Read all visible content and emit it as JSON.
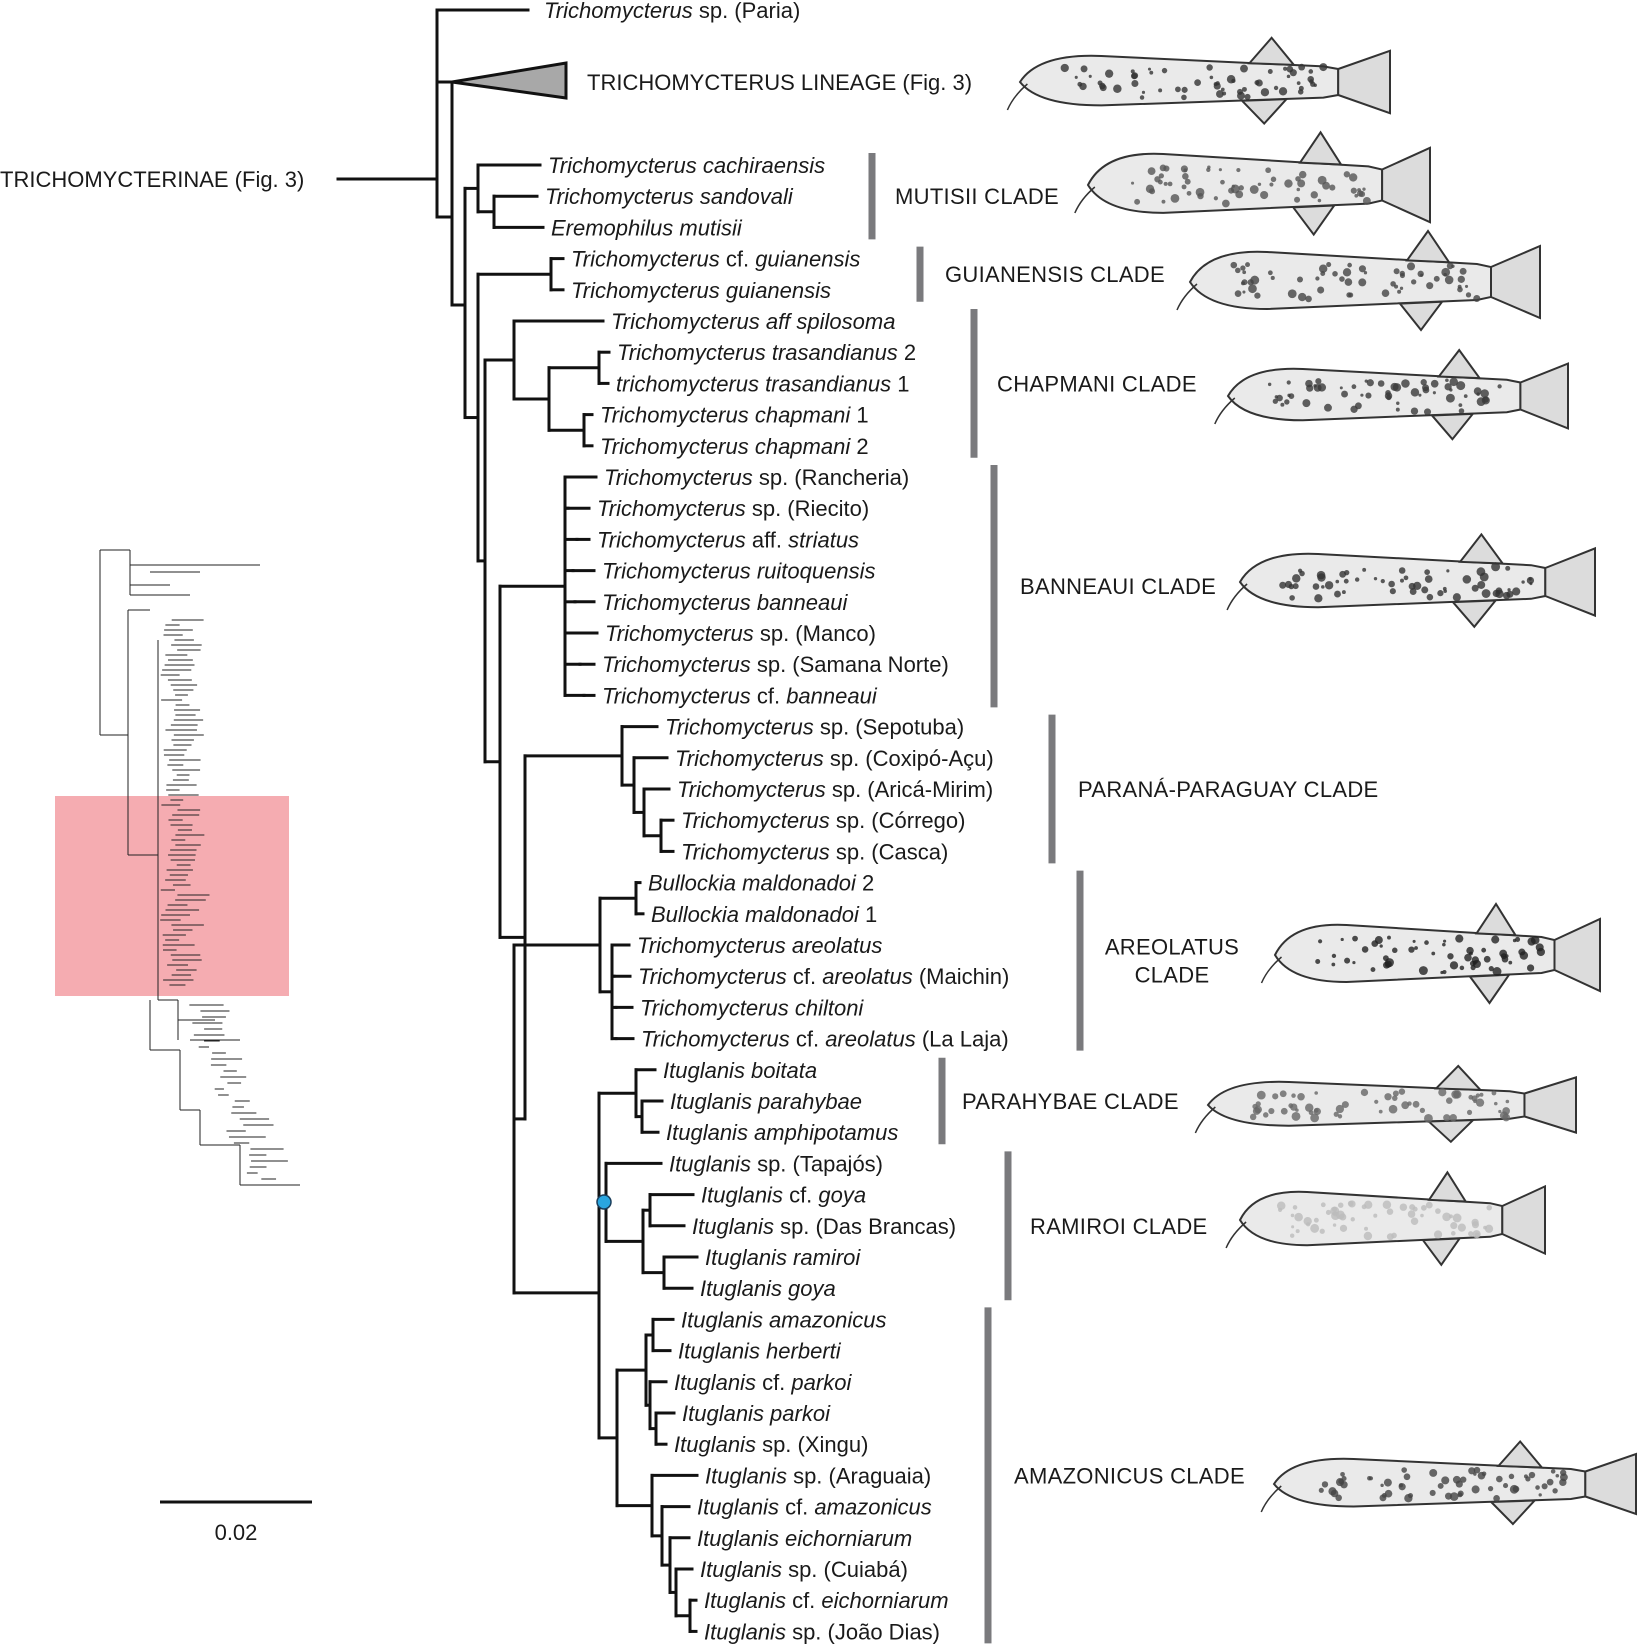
{
  "root": {
    "label": "TRICHOMYCTERINAE (Fig. 3)"
  },
  "top_tips": [
    {
      "italic": "Trichomycterus",
      "rest": " sp. (Paria)"
    },
    {
      "plain": "TRICHOMYCTERUS LINEAGE (Fig. 3)"
    }
  ],
  "tips": [
    {
      "italic": "Trichomycterus cachiraensis",
      "rest": ""
    },
    {
      "italic": "Trichomycterus sandovali",
      "rest": ""
    },
    {
      "italic": "Eremophilus mutisii",
      "rest": ""
    },
    {
      "italic": "Trichomycterus",
      "rest": " cf. ",
      "italic2": "guianensis"
    },
    {
      "italic": "Trichomycterus guianensis",
      "rest": ""
    },
    {
      "italic": "Trichomycterus aff spilosoma",
      "rest": ""
    },
    {
      "italic": "Trichomycterus trasandianus",
      "rest": " 2"
    },
    {
      "italic": "trichomycterus trasandianus",
      "rest": " 1"
    },
    {
      "italic": "Trichomycterus chapmani",
      "rest": " 1"
    },
    {
      "italic": "Trichomycterus chapmani",
      "rest": " 2"
    },
    {
      "italic": "Trichomycterus",
      "rest": " sp. (Rancheria)"
    },
    {
      "italic": "Trichomycterus",
      "rest": " sp. (Riecito)"
    },
    {
      "italic": "Trichomycterus",
      "rest": " aff. ",
      "italic2": "striatus"
    },
    {
      "italic": "Trichomycterus ruitoquensis",
      "rest": ""
    },
    {
      "italic": "Trichomycterus banneaui",
      "rest": ""
    },
    {
      "italic": "Trichomycterus",
      "rest": " sp. (Manco)"
    },
    {
      "italic": "Trichomycterus",
      "rest": " sp. (Samana Norte)"
    },
    {
      "italic": "Trichomycterus",
      "rest": " cf. ",
      "italic2": "banneaui"
    },
    {
      "italic": "Trichomycterus",
      "rest": " sp. (Sepotuba)"
    },
    {
      "italic": "Trichomycterus",
      "rest": " sp. (Coxipó-Açu)"
    },
    {
      "italic": "Trichomycterus",
      "rest": " sp. (Aricá-Mirim)"
    },
    {
      "italic": "Trichomycterus",
      "rest": " sp. (Córrego)"
    },
    {
      "italic": "Trichomycterus",
      "rest": " sp. (Casca)"
    },
    {
      "italic": "Bullockia maldonadoi",
      "rest": " 2"
    },
    {
      "italic": "Bullockia maldonadoi",
      "rest": " 1"
    },
    {
      "italic": "Trichomycterus areolatus",
      "rest": ""
    },
    {
      "italic": "Trichomycterus",
      "rest": " cf. ",
      "italic2": "areolatus",
      "rest2": " (Maichin)"
    },
    {
      "italic": "Trichomycterus chiltoni",
      "rest": ""
    },
    {
      "italic": "Trichomycterus",
      "rest": " cf. ",
      "italic2": "areolatus",
      "rest2": " (La Laja)"
    },
    {
      "italic": "Ituglanis boitata",
      "rest": ""
    },
    {
      "italic": "Ituglanis parahybae",
      "rest": ""
    },
    {
      "italic": "Ituglanis amphipotamus",
      "rest": ""
    },
    {
      "italic": "Ituglanis",
      "rest": " sp. (Tapajós)"
    },
    {
      "italic": "Ituglanis",
      "rest": " cf. ",
      "italic2": "goya"
    },
    {
      "italic": "Ituglanis",
      "rest": " sp. (Das Brancas)"
    },
    {
      "italic": "Ituglanis ramiroi",
      "rest": ""
    },
    {
      "italic": "Ituglanis goya",
      "rest": ""
    },
    {
      "italic": "Ituglanis amazonicus",
      "rest": ""
    },
    {
      "italic": "Ituglanis herberti",
      "rest": ""
    },
    {
      "italic": "Ituglanis",
      "rest": " cf. ",
      "italic2": "parkoi"
    },
    {
      "italic": "Ituglanis parkoi",
      "rest": ""
    },
    {
      "italic": "Ituglanis",
      "rest": " sp. (Xingu)"
    },
    {
      "italic": "Ituglanis",
      "rest": " sp. (Araguaia)"
    },
    {
      "italic": "Ituglanis",
      "rest": " cf. ",
      "italic2": "amazonicus"
    },
    {
      "italic": "Ituglanis eichorniarum",
      "rest": ""
    },
    {
      "italic": "Ituglanis",
      "rest": " sp. (Cuiabá)"
    },
    {
      "italic": "Ituglanis",
      "rest": " cf. ",
      "italic2": "eichorniarum"
    },
    {
      "italic": "Ituglanis",
      "rest": " sp. (João Dias)"
    }
  ],
  "clades": [
    {
      "name": "MUTISII CLADE",
      "first": 0,
      "last": 2
    },
    {
      "name": "GUIANENSIS CLADE",
      "first": 3,
      "last": 4
    },
    {
      "name": "CHAPMANI CLADE",
      "first": 5,
      "last": 9
    },
    {
      "name": "BANNEAUI CLADE",
      "first": 10,
      "last": 17
    },
    {
      "name": "PARANÁ-PARAGUAY CLADE",
      "first": 18,
      "last": 22
    },
    {
      "name": "AREOLATUS CLADE",
      "first": 23,
      "last": 28
    },
    {
      "name": "PARAHYBAE CLADE",
      "first": 29,
      "last": 31
    },
    {
      "name": "RAMIROI CLADE",
      "first": 32,
      "last": 36
    },
    {
      "name": "AMAZONICUS CLADE",
      "first": 37,
      "last": 47
    }
  ],
  "scale_bar": {
    "label": "0.02"
  },
  "colors": {
    "branch": "#111111",
    "clade_bar": "#7a7a7d",
    "collapsed_triangle": "#a8a8a8",
    "highlight_box": "#f4a3a8",
    "node_marker": "#2aa6e0"
  }
}
